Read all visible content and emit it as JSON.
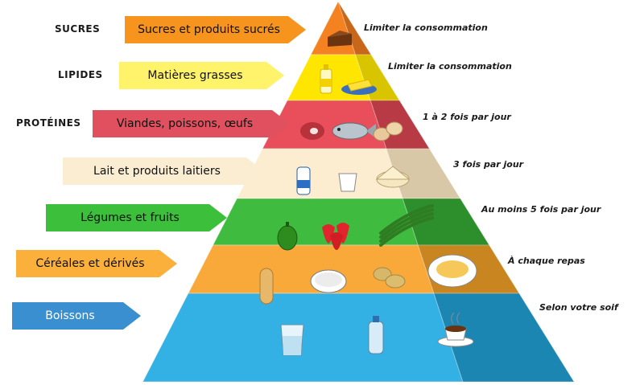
{
  "tiers": [
    {
      "label": "Sucres et produits sucrés",
      "side_label": "SUCRES",
      "frequency": "Limiter la consommation",
      "color": "#f7941d",
      "face": "#f58220",
      "side": "#c8661a",
      "label_color": "#f7941d",
      "icons": [
        "chocolate-cake-icon"
      ]
    },
    {
      "label": "Matières grasses",
      "side_label": "LIPIDES",
      "frequency": "Limiter la consommation",
      "color": "#fff200",
      "face": "#ffe600",
      "side": "#d9c400",
      "label_color": "#fff36b",
      "icons": [
        "oil-bottle-icon",
        "butter-icon"
      ]
    },
    {
      "label": "Viandes, poissons, œufs",
      "side_label": "PROTÉINES",
      "frequency": "1 à 2 fois par jour",
      "color": "#e8525f",
      "face": "#e94e5b",
      "side": "#b83a45",
      "label_color": "#e0505e",
      "icons": [
        "meat-icon",
        "fish-icon",
        "eggs-icon"
      ]
    },
    {
      "label": "Lait et produits laitiers",
      "side_label": "",
      "frequency": "3 fois par jour",
      "color": "#fdf0d5",
      "face": "#fcecd0",
      "side": "#d9c8a8",
      "label_color": "#fbedd2",
      "icons": [
        "milk-bottle-icon",
        "yogurt-icon",
        "cheese-icon"
      ]
    },
    {
      "label": "Légumes et fruits",
      "side_label": "",
      "frequency": "Au moins 5 fois par jour",
      "color": "#3cb93c",
      "face": "#3fbb3f",
      "side": "#2c8f2c",
      "label_color": "#3cc03c",
      "icons": [
        "pepper-icon",
        "strawberries-icon",
        "green-beans-icon"
      ]
    },
    {
      "label": "Céréales et dérivés",
      "side_label": "",
      "frequency": "À chaque repas",
      "color": "#fbb03b",
      "face": "#f8a93a",
      "side": "#c98520",
      "label_color": "#fbb03b",
      "icons": [
        "bread-icon",
        "rice-icon",
        "potatoes-icon",
        "pasta-icon"
      ]
    },
    {
      "label": "Boissons",
      "side_label": "",
      "frequency": "Selon votre soif",
      "color": "#29abe2",
      "face": "#33b0e4",
      "side": "#1c86b3",
      "label_color": "#3a8fd0",
      "icons": [
        "water-glass-icon",
        "water-bottle-icon",
        "coffee-cup-icon"
      ]
    }
  ]
}
